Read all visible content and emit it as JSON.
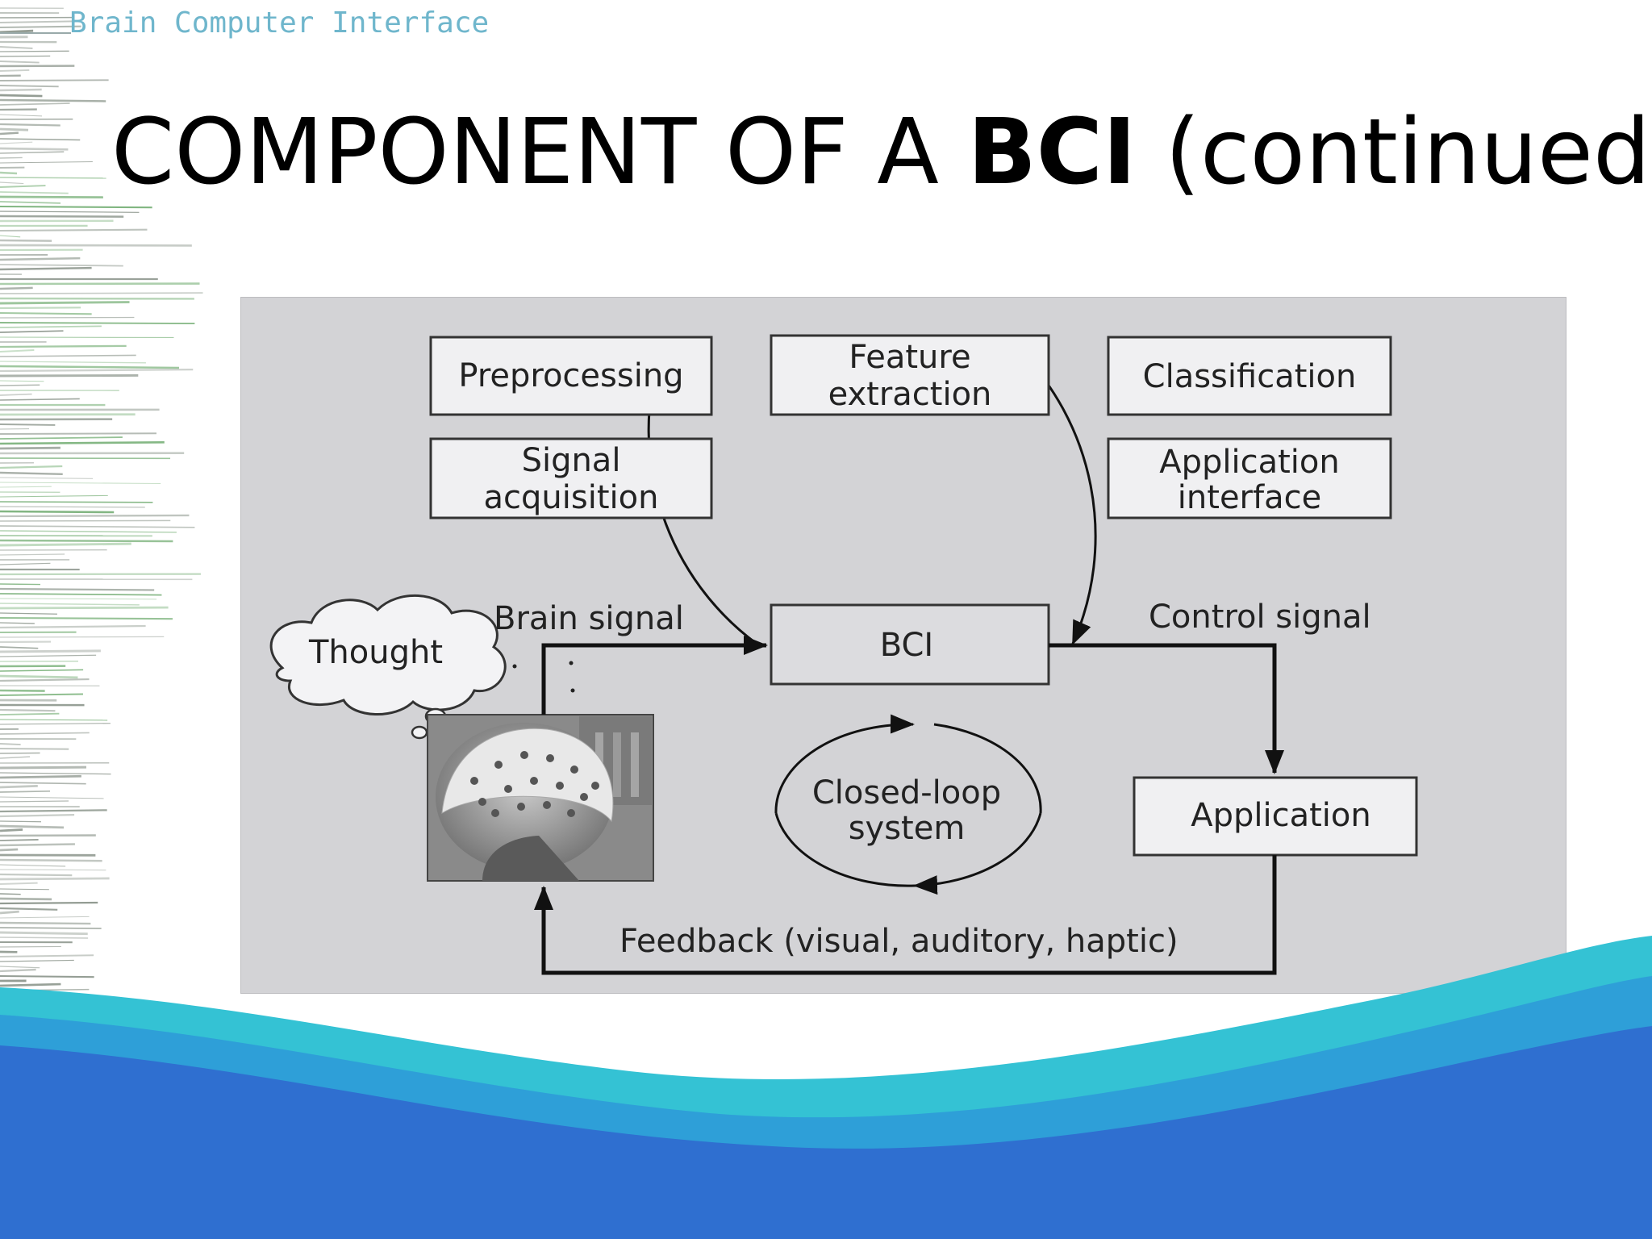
{
  "header": {
    "label": "Brain Computer Interface"
  },
  "slide": {
    "title_prefix": "COMPONENT OF A ",
    "title_bold": "BCI",
    "title_suffix": " (continued)"
  },
  "diagram": {
    "boxes": {
      "preprocessing": [
        "Preprocessing"
      ],
      "feature_extraction": [
        "Feature",
        "extraction"
      ],
      "classification": [
        "Classification"
      ],
      "signal_acquisition": [
        "Signal",
        "acquisition"
      ],
      "application_interface": [
        "Application",
        "interface"
      ],
      "bci": [
        "BCI"
      ],
      "application": [
        "Application"
      ]
    },
    "thought": "Thought",
    "closed_loop": [
      "Closed-loop",
      "system"
    ],
    "labels": {
      "brain_signal": "Brain signal",
      "control_signal": "Control signal",
      "feedback": "Feedback (visual, auditory, haptic)"
    }
  },
  "colors": {
    "panel": "#d3d3d6",
    "box": "#f0f0f2",
    "wave_light": "#34c2d4",
    "wave_dark": "#2f6fd0"
  }
}
